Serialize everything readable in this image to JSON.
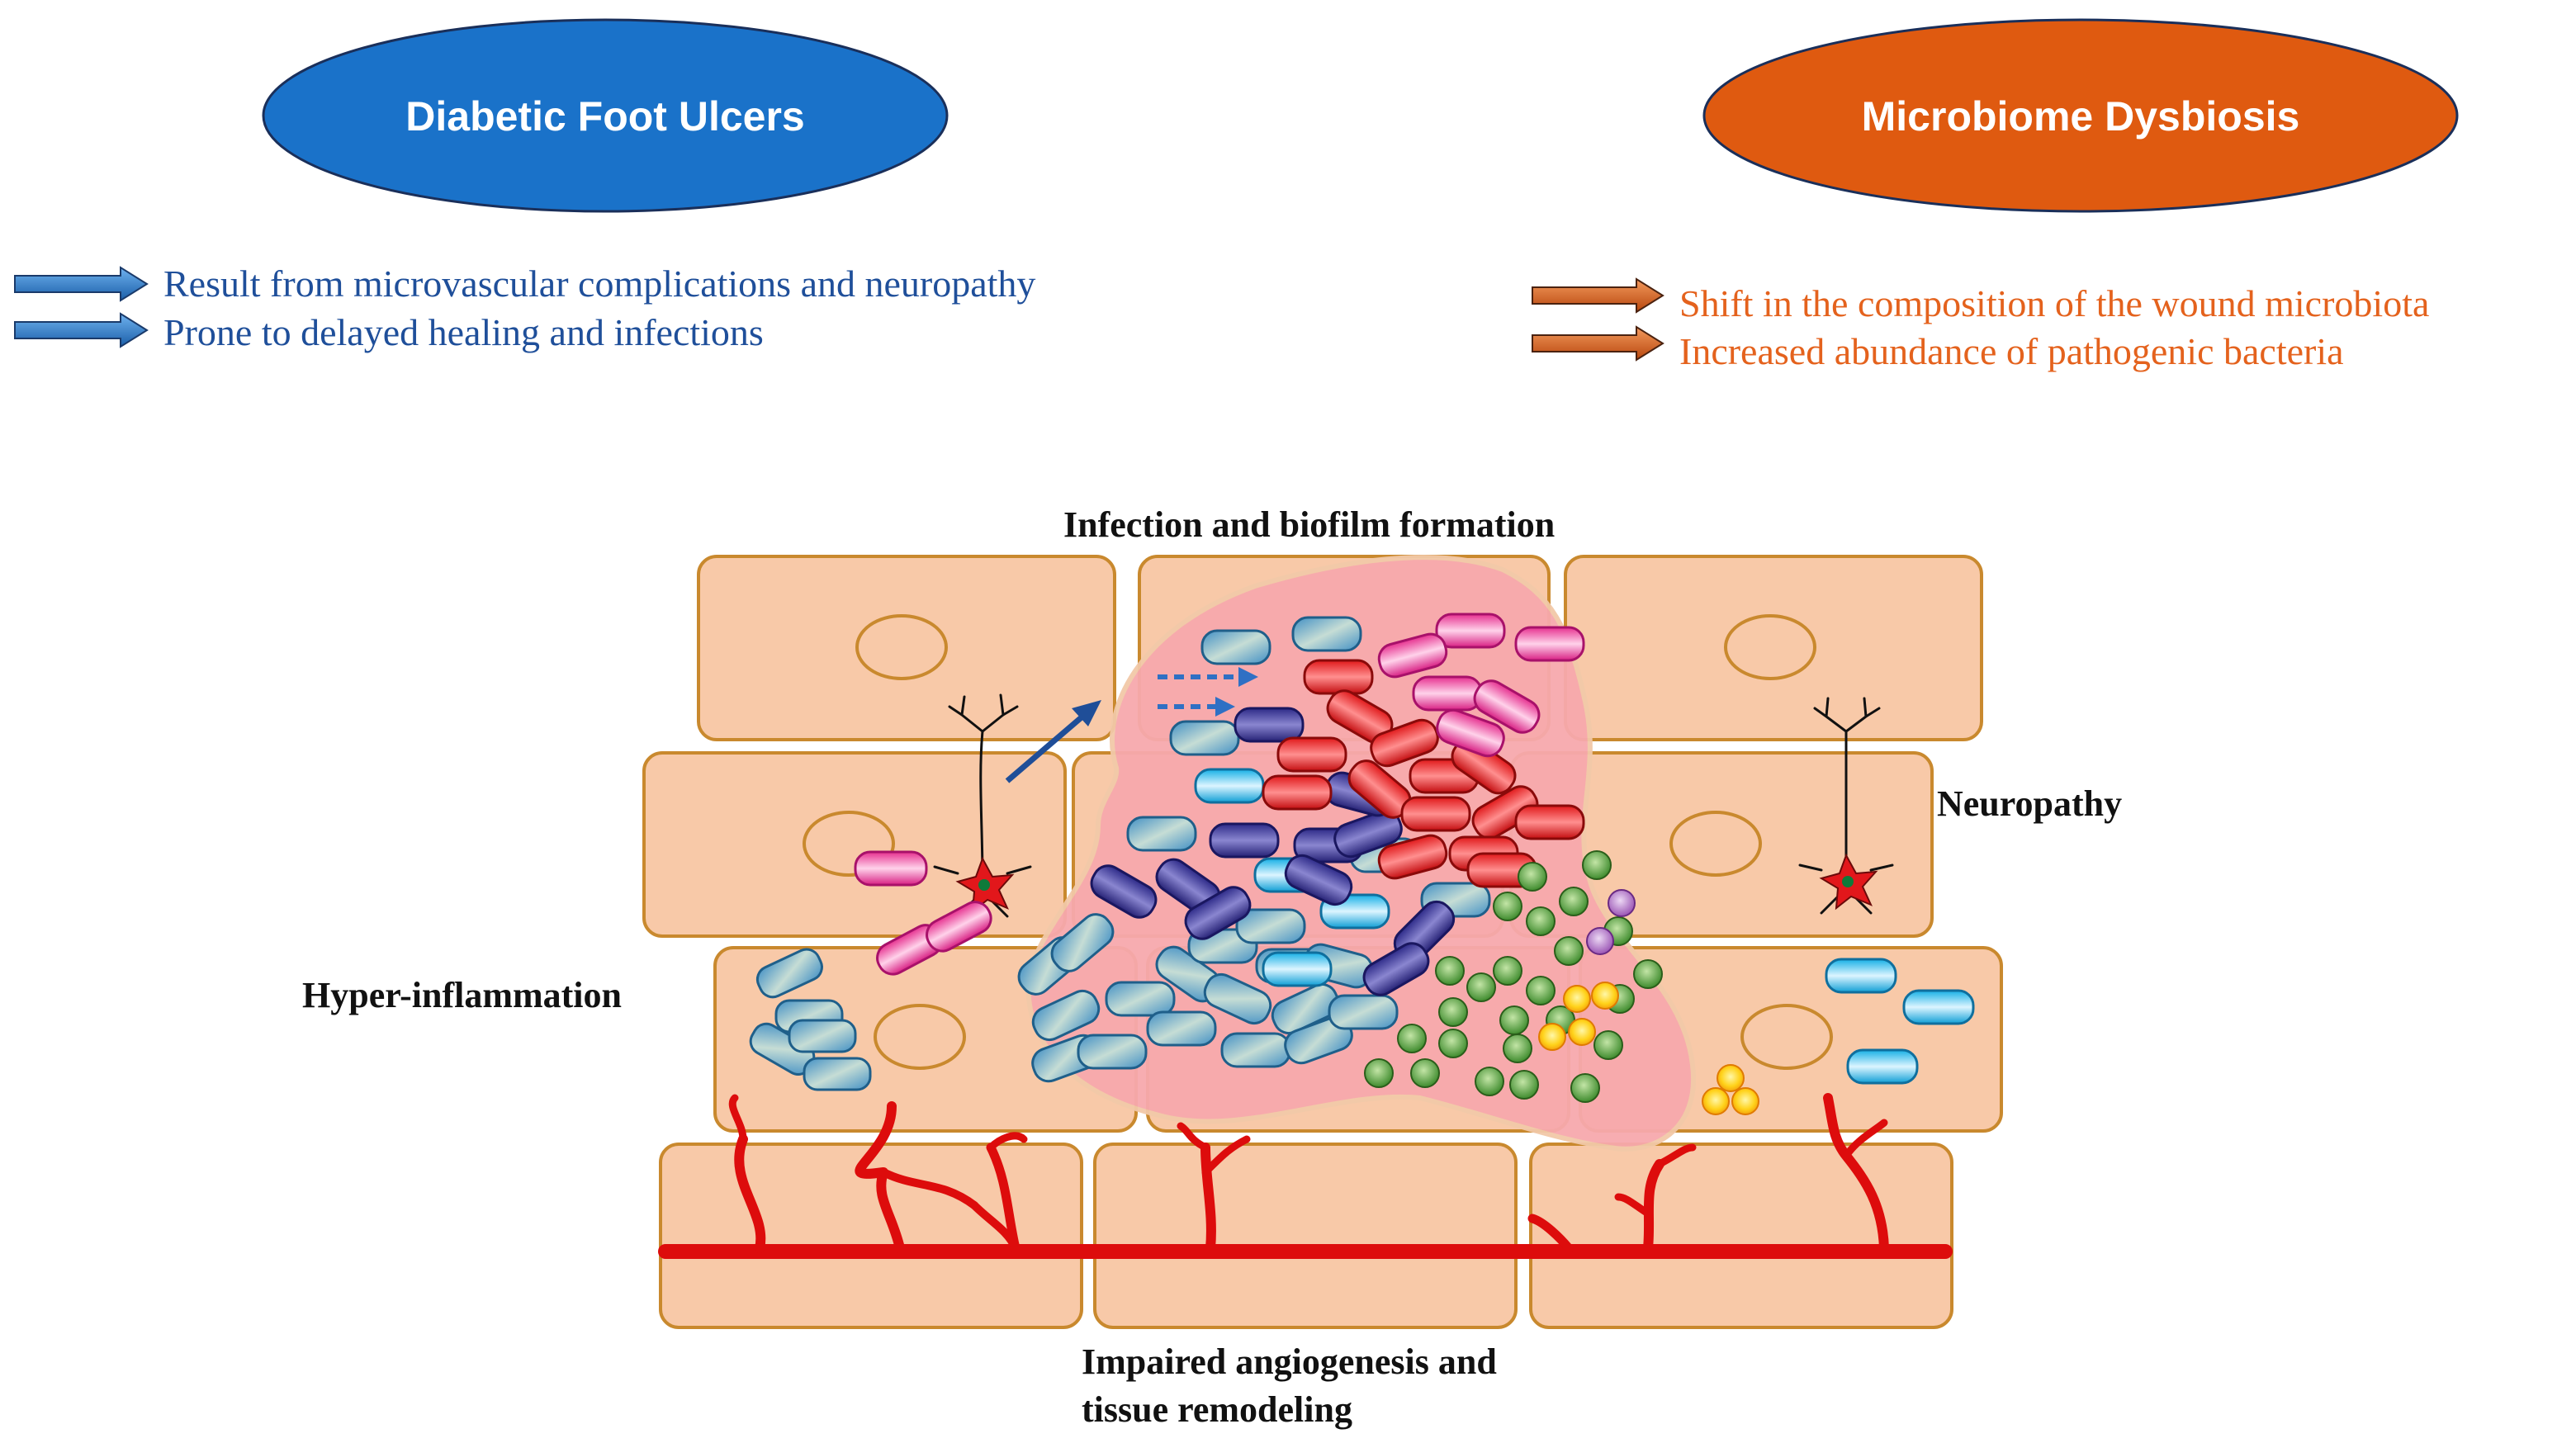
{
  "colors": {
    "dfu_blue": "#1a72c9",
    "dysbiosis_orange": "#df5a10",
    "dfu_text": "#1f4f9a",
    "dysbiosis_text": "#e4621d",
    "cell_fill": "#f8c9a8",
    "cell_stroke": "#c9892e",
    "vessel_red": "#dd0c0c",
    "wound_pink": "#f7a9ad"
  },
  "header_left": {
    "title": "Diabetic Foot Ulcers",
    "bullets": [
      "Result from microvascular complications and neuropathy",
      "Prone to delayed healing and infections"
    ]
  },
  "header_right": {
    "title": "Microbiome Dysbiosis",
    "bullets": [
      "Shift in the composition of the wound microbiota",
      "Increased abundance of pathogenic bacteria"
    ]
  },
  "diagram": {
    "label_infection": "Infection and biofilm formation",
    "label_neuropathy": "Neuropathy",
    "label_inflammation": "Hyper-inflammation",
    "label_angiogenesis_line1": "Impaired angiogenesis and",
    "label_angiogenesis_line2": "tissue remodeling",
    "icons": [
      "neuron-icon",
      "bacteria-icon",
      "blood-vessel-icon",
      "tissue-cell-icon",
      "arrow-icon"
    ]
  }
}
